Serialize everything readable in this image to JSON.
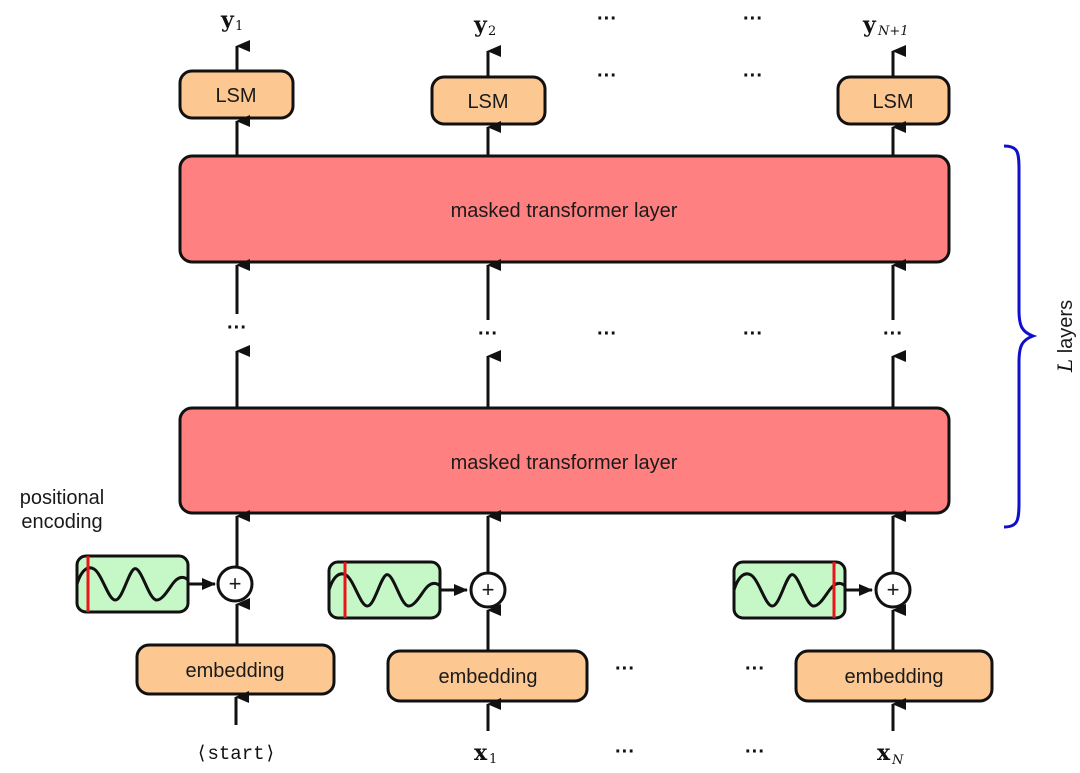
{
  "colors": {
    "transformer_fill": "#ff8080",
    "lsm_fill": "#fdc792",
    "embedding_fill": "#fdc792",
    "pe_fill": "#c6f7c6",
    "pe_marker": "#e8151b",
    "brace": "#1010cc"
  },
  "transformer_layers": [
    {
      "label": "masked transformer layer"
    },
    {
      "label": "masked transformer layer"
    }
  ],
  "outputs": [
    {
      "base": "y",
      "sub": "1",
      "lsm_label": "LSM"
    },
    {
      "base": "y",
      "sub": "2",
      "lsm_label": "LSM"
    },
    {
      "base": "y",
      "sub": "N+1",
      "lsm_label": "LSM"
    }
  ],
  "inputs": [
    {
      "label": "⟨start⟩",
      "embedding_label": "embedding"
    },
    {
      "base": "x",
      "sub": "1",
      "embedding_label": "embedding"
    },
    {
      "base": "x",
      "sub": "N",
      "embedding_label": "embedding"
    }
  ],
  "ellipsis": "···",
  "positional_encoding": {
    "label_line1": "positional",
    "label_line2": "encoding",
    "marker_positions": [
      "start",
      "early",
      "end"
    ]
  },
  "brace": {
    "label_var": "L",
    "label_text": " layers"
  },
  "plus_symbol": "+"
}
